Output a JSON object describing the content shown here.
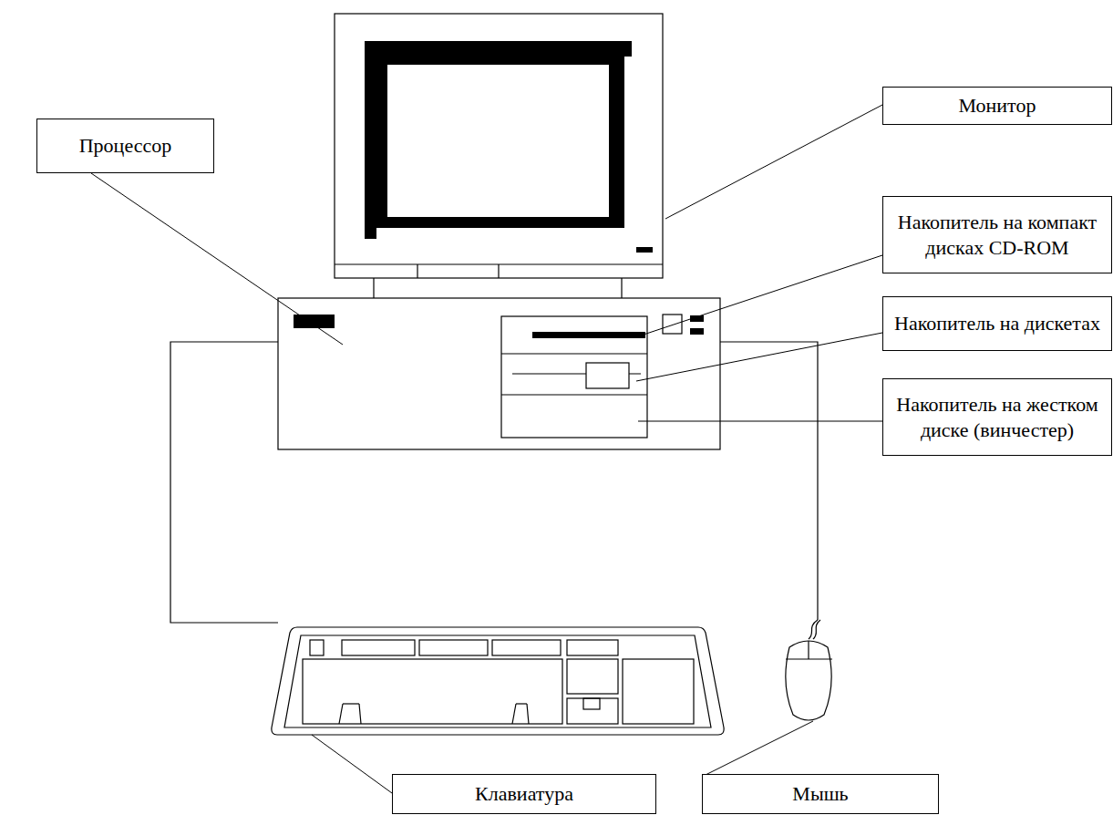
{
  "diagram": {
    "nodes": [
      {
        "text": [
          "Монитор"
        ]
      },
      {
        "text": [
          "Процессор"
        ]
      },
      {
        "text": [
          "Накопитель на компакт дисках CD-ROM"
        ]
      },
      {
        "text": [
          "Накопитель на дискетах"
        ]
      },
      {
        "text": [
          "Накопитель на жестком диске (винчестер)"
        ]
      },
      {
        "text": [
          "Клавиатура"
        ]
      },
      {
        "text": [
          "Мышь"
        ]
      }
    ]
  }
}
